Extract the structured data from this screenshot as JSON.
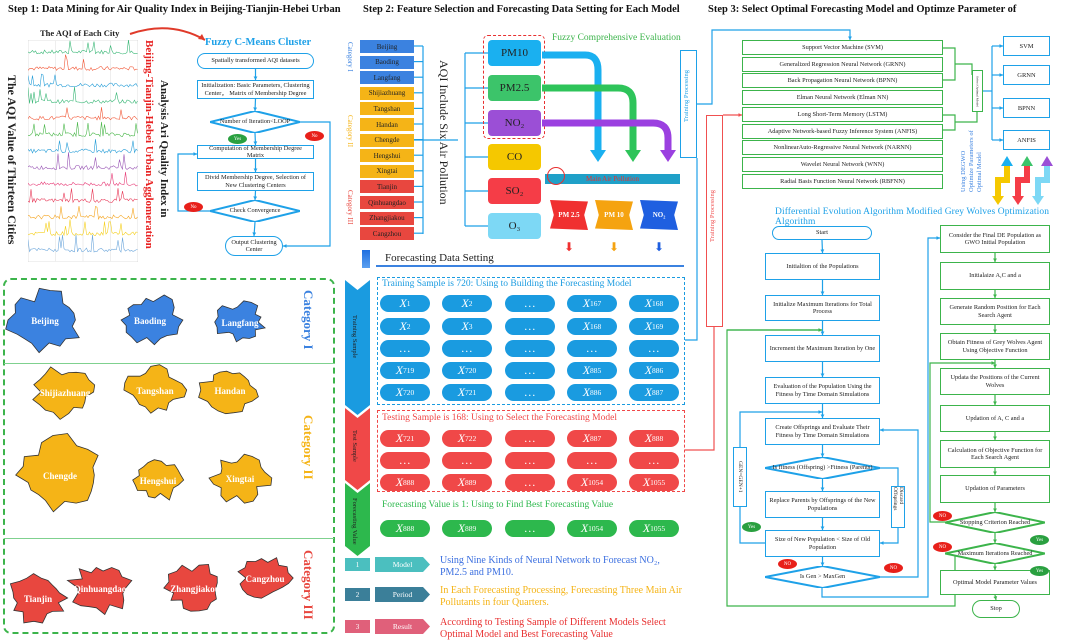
{
  "steps": [
    {
      "label": "Step 1: Data Mining for Air Quality Index in Beijing-Tianjin-Hebei Urban Agglomeration",
      "color": "#6aa6f0"
    },
    {
      "label": "Step 2: Feature Selection and Forecasting Data Setting for Each Model",
      "color": "#5cb87a"
    },
    {
      "label": "Step 3: Select Optimal Forecasting Model and Optimze Parameter of Optimal Model",
      "color": "#f26d6d"
    }
  ],
  "step1": {
    "chart_title": "The AQI of Each City",
    "y_label": "The AQI Value of Thirteen Cities",
    "analysis_label": "Analysis Ari Quality Index in",
    "region_label": "Beijing-Tianjin-Hebei Urban Agglomeration",
    "series_colors": [
      "#3cb878",
      "#f25c3c",
      "#2a9fd8",
      "#3cb878",
      "#f25c3c",
      "#4cb84c",
      "#2a9fd8",
      "#9b59b6",
      "#e8407a",
      "#e83c5a",
      "#f5a623",
      "#f5d020",
      "#6fa8dc"
    ],
    "fcm": {
      "title": "Fuzzy C-Means Cluster",
      "nodes": [
        "Spatially transformed AQI datasets",
        "Initialization: Basic Parameters, Clustering Center， Matrix of Membership Degree",
        "Number of Iteration<LOOP",
        "Computation of  Membership Degree Matrix",
        "Divid Membership Degree, Selection of New Clustering Centers",
        "Check Convergence",
        "Output Clustering Center"
      ],
      "yes": "Yes",
      "no": "No"
    }
  },
  "categories": [
    {
      "label": "Category I",
      "color": "#3b82e0",
      "cities": [
        "Beijing",
        "Baoding",
        "Langfang"
      ]
    },
    {
      "label": "Category II",
      "color": "#f5b417",
      "cities": [
        "Shijiazhuang",
        "Tangshan",
        "Handan",
        "Chengde",
        "Hengshui",
        "Xingtai"
      ]
    },
    {
      "label": "Category III",
      "color": "#e8473f",
      "cities": [
        "Tianjin",
        "Qinhuangdao",
        "Zhangjiakou",
        "Cangzhou"
      ]
    }
  ],
  "step2": {
    "aqi_label": "AQI Include Six Air Pollution",
    "fuzzy_eval": "Fuzzy Comprehensive Evaluation",
    "pollutants": [
      {
        "name": "PM10",
        "color": "#1ab0f0"
      },
      {
        "name": "PM2.5",
        "color": "#3cc46a"
      },
      {
        "name": "NO₂",
        "color": "#9b4fd6"
      },
      {
        "name": "CO",
        "color": "#f5c800"
      },
      {
        "name": "SO₂",
        "color": "#f53d47"
      },
      {
        "name": "O₃",
        "color": "#7dd8f5"
      }
    ],
    "main_pollution": "Main Air Pollution",
    "flags": [
      {
        "label": "PM 2.5",
        "color": "#f03030"
      },
      {
        "label": "PM 10",
        "color": "#f5a310"
      },
      {
        "label": "NO₂",
        "color": "#1f5fe0"
      }
    ],
    "forecast_title": "Forecasting Data Setting",
    "training": {
      "label": "Training Sample",
      "title": "Training Sample is 720: Using to Building the Forecasting Model",
      "color": "#1a9be0",
      "rows": [
        [
          "1",
          "2",
          "…",
          "167",
          "168"
        ],
        [
          "2",
          "3",
          "…",
          "168",
          "169"
        ],
        [
          "…",
          "…",
          "…",
          "…",
          "…"
        ],
        [
          "719",
          "720",
          "…",
          "885",
          "886"
        ],
        [
          "720",
          "721",
          "…",
          "886",
          "887"
        ]
      ]
    },
    "testing": {
      "label": "Test Sample",
      "title": "Testing Sample is 168: Using to Select the Forecasting Model",
      "color": "#f04848",
      "rows": [
        [
          "721",
          "722",
          "…",
          "887",
          "888"
        ],
        [
          "…",
          "…",
          "…",
          "…",
          "…"
        ],
        [
          "888",
          "889",
          "…",
          "1054",
          "1055"
        ]
      ]
    },
    "forecast": {
      "label": "Forecasting Value",
      "title": "Forecasting Value is 1: Using to Find Best Forecasting Value",
      "color": "#2db84d",
      "rows": [
        [
          "888",
          "889",
          "…",
          "1054",
          "1055"
        ]
      ]
    },
    "variable": "X",
    "notes": [
      {
        "num": "1",
        "tab": "Model",
        "text": "Using Nine Kinds of Neural Network to Forecast NO₂, PM2.5 and PM10.",
        "color": "#3b6fe0",
        "tabcolor": "#4bbfbf"
      },
      {
        "num": "2",
        "tab": "Period",
        "text": "In Each Forecasting Processing, Forecasting Three Main Air Pollutants in four Quarters.",
        "color": "#f5b417",
        "tabcolor": "#3b7f99"
      },
      {
        "num": "3",
        "tab": "Result",
        "text": "According to Testing Sample of Different Models Select Optimal Model and Best Forecasting Value",
        "color": "#e83030",
        "tabcolor": "#e0607a"
      }
    ],
    "training_processing": "Training Processing"
  },
  "step3": {
    "models": [
      "Support Vector Machine (SVM)",
      "Generalized Regression Neural Network (GRNN)",
      "Back Propagation Neural Network (BPNN)",
      "Elman Neural Network (Elman NN)",
      "Long Short-Term Memory (LSTM)",
      "Adaptive Network-based Fuzzy Inference System (ANFIS)",
      "NonlinearAuto-Regressive Neural Network (NARNN)",
      "Wavelet Neural Network (WNN)",
      "Radial Basis Function Neural Network  (RBFNN)"
    ],
    "select_label": "Select Optimal Model",
    "selected": [
      "SVM",
      "GRNN",
      "BPNN",
      "ANFIS"
    ],
    "degwo_note": "Using DEGWO Optimize Parameters of Optimal Model",
    "algo_title": "Differential Evolution Algorithm Modified Grey Wolves Optimization Algorithm",
    "de_nodes": [
      "Start",
      "Initialtion of the Populations",
      "Initialize Maximum Iterations for Total Process",
      "Increment the Maximum Iteration by One",
      "Evaluation of the Population Using the Fitness by Time Domain Simulations",
      "Create Offsprings and Evaluate Their Fitness by Time  Domain Simulations",
      "Is fitness (Offspring) >Fitness (Parents)",
      "Replace Parents by Offsprings of the New Populations",
      "Size of New Population  < Size of Old Population",
      "Is Gen > MaxGen"
    ],
    "gen_label": "GEN=GEN+1",
    "discard_label": "Discard Offsprings",
    "gwo_nodes": [
      "Consider the Final DE Population as GWO Initial Population",
      "Initialaize A,C and a",
      "Generate Random Position for Each Search Agent",
      "Obtain Fitness of Grey Wolves Agent Using Objective Function",
      "Updata the Positions of the Current Wolves",
      "Updation of A, C and a",
      "Calculation of Objective Function for Each Search Agent",
      "Updation of Parameters",
      "Stopping Criterion Reached",
      "Maximum Iterations Reached",
      "Optimal Model Parameter Values",
      "Stop"
    ],
    "yes": "Yes",
    "no": "NO"
  }
}
